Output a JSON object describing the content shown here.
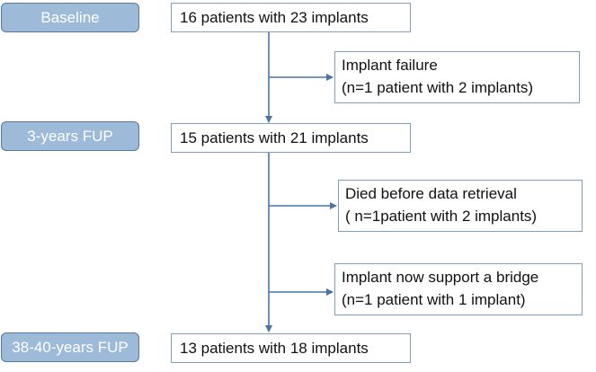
{
  "stages": [
    {
      "label": "Baseline",
      "box": "16 patients with 23 implants"
    },
    {
      "label": "3-years FUP",
      "box": "15 patients with 21 implants"
    },
    {
      "label": "38-40-years FUP",
      "box": "13 patients with 18 implants"
    }
  ],
  "exclusions": [
    {
      "line1": "Implant failure",
      "line2": "(n=1 patient with 2 implants)"
    },
    {
      "line1": "Died before data retrieval",
      "line2": "( n=1patient with 2 implants)"
    },
    {
      "line1": "Implant now support a bridge",
      "line2": "(n=1 patient with 1 implant)"
    }
  ],
  "colors": {
    "stage_fill": "#9dbad8",
    "stage_border": "#56799c",
    "box_border": "#7f9fc0",
    "connector": "#4a74a6"
  }
}
